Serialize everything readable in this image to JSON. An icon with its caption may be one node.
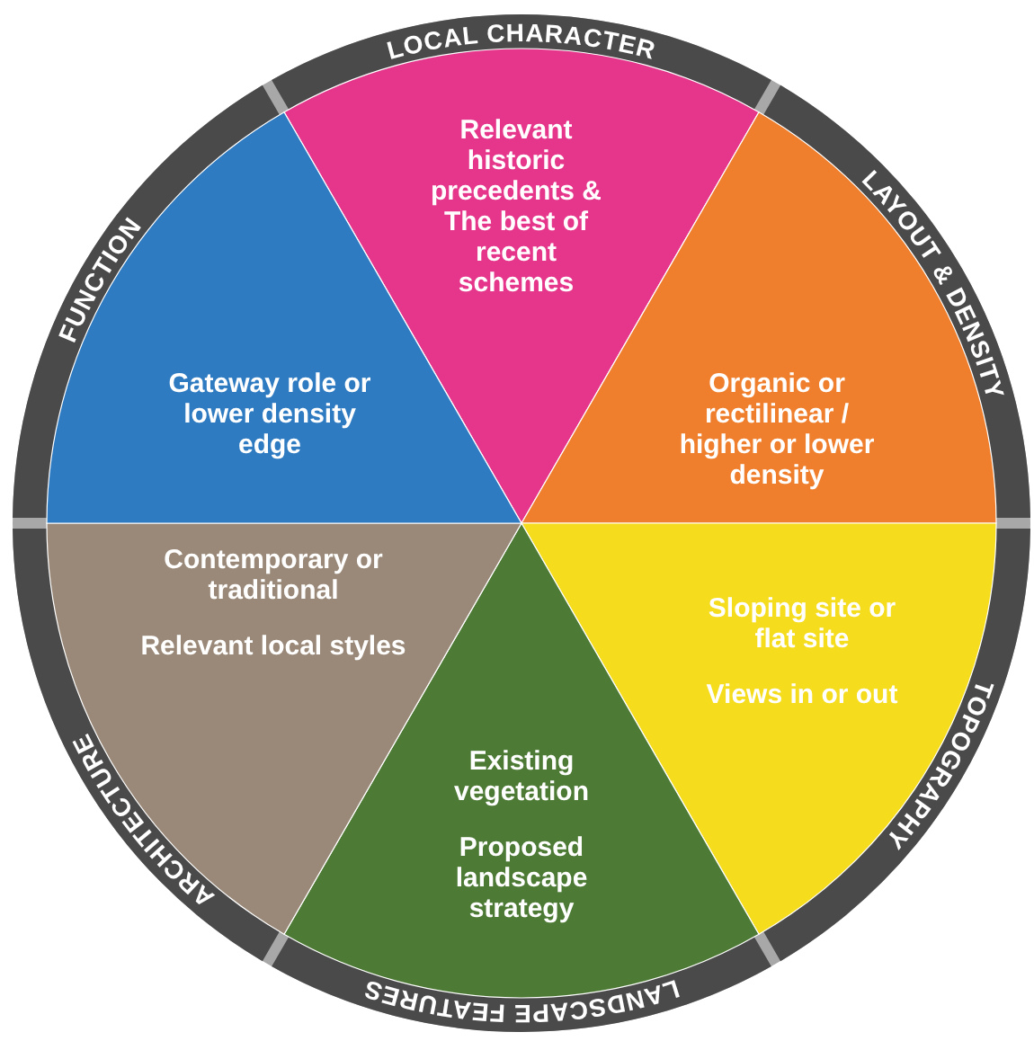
{
  "diagram": {
    "nodes": [
      {
        "text": [
          "LOCAL CHARACTER",
          "Relevant historic precedents & The best of recent schemes"
        ]
      },
      {
        "text": [
          "LAYOUT & DENSITY",
          "Organic or rectilinear / higher or lower density"
        ]
      },
      {
        "text": [
          "Sloping site or flat site",
          "Views in or out",
          "TOPOGRAPHY"
        ]
      },
      {
        "text": [
          "Existing vegetation",
          "Proposed landscape strategy",
          "LANDSCAPE FEATURES"
        ]
      },
      {
        "text": [
          "Contemporary or traditional",
          "Relevant local styles",
          "ARCHITECTURE"
        ]
      },
      {
        "text": [
          "FUNCTION",
          "Gateway role or lower density edge"
        ]
      }
    ]
  }
}
